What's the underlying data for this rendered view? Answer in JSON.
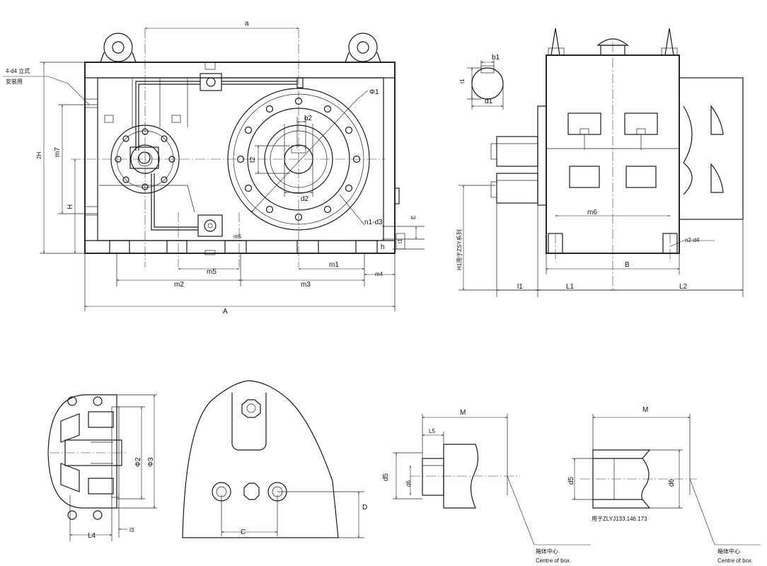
{
  "labels": [
    {
      "id": "a",
      "text": "a"
    },
    {
      "id": "phi1",
      "text": "Φ1"
    },
    {
      "id": "b2",
      "text": "b2"
    },
    {
      "id": "t2",
      "text": "t2"
    },
    {
      "id": "d2",
      "text": "d2"
    },
    {
      "id": "n1d3",
      "text": "n1-d3"
    },
    {
      "id": "E",
      "text": "E"
    },
    {
      "id": "h",
      "text": "h"
    },
    {
      "id": "t1a",
      "text": "t1"
    },
    {
      "id": "d4a",
      "text": "4-d4 立式"
    },
    {
      "id": "d4b",
      "text": "安装用"
    },
    {
      "id": "2H",
      "text": "2H"
    },
    {
      "id": "m7",
      "text": "m7"
    },
    {
      "id": "H",
      "text": "H"
    },
    {
      "id": "m5",
      "text": "m5"
    },
    {
      "id": "m5b",
      "text": "m5"
    },
    {
      "id": "m1",
      "text": "m1"
    },
    {
      "id": "m2",
      "text": "m2"
    },
    {
      "id": "m3",
      "text": "m3"
    },
    {
      "id": "m4",
      "text": "m4"
    },
    {
      "id": "A",
      "text": "A"
    },
    {
      "id": "b1",
      "text": "b1"
    },
    {
      "id": "t1b",
      "text": "t1"
    },
    {
      "id": "d1",
      "text": "d1"
    },
    {
      "id": "m6",
      "text": "m6"
    },
    {
      "id": "H1",
      "text": "H1用于ZSY系列"
    },
    {
      "id": "n2d4",
      "text": "n2-d4"
    },
    {
      "id": "B",
      "text": "B"
    },
    {
      "id": "l1",
      "text": "l1"
    },
    {
      "id": "L1",
      "text": "L1"
    },
    {
      "id": "L2",
      "text": "L2"
    },
    {
      "id": "phi2",
      "text": "Φ2"
    },
    {
      "id": "phi3",
      "text": "Φ3"
    },
    {
      "id": "L4",
      "text": "L4"
    },
    {
      "id": "l3",
      "text": "l3"
    },
    {
      "id": "C",
      "text": "C"
    },
    {
      "id": "D",
      "text": "D"
    },
    {
      "id": "M1",
      "text": "M"
    },
    {
      "id": "L5",
      "text": "L5"
    },
    {
      "id": "d5a",
      "text": "d5"
    },
    {
      "id": "d6a",
      "text": "d6"
    },
    {
      "id": "M2",
      "text": "M"
    },
    {
      "id": "d5b",
      "text": "d5"
    },
    {
      "id": "d6b",
      "text": "d6"
    },
    {
      "id": "zly",
      "text": "用于ZLYJ133.146.173"
    },
    {
      "id": "cn1",
      "text": "箱体中心"
    },
    {
      "id": "cb1",
      "text": "Centre of box"
    },
    {
      "id": "cn2",
      "text": "箱体中心"
    },
    {
      "id": "cb2",
      "text": "Centre of box"
    }
  ]
}
